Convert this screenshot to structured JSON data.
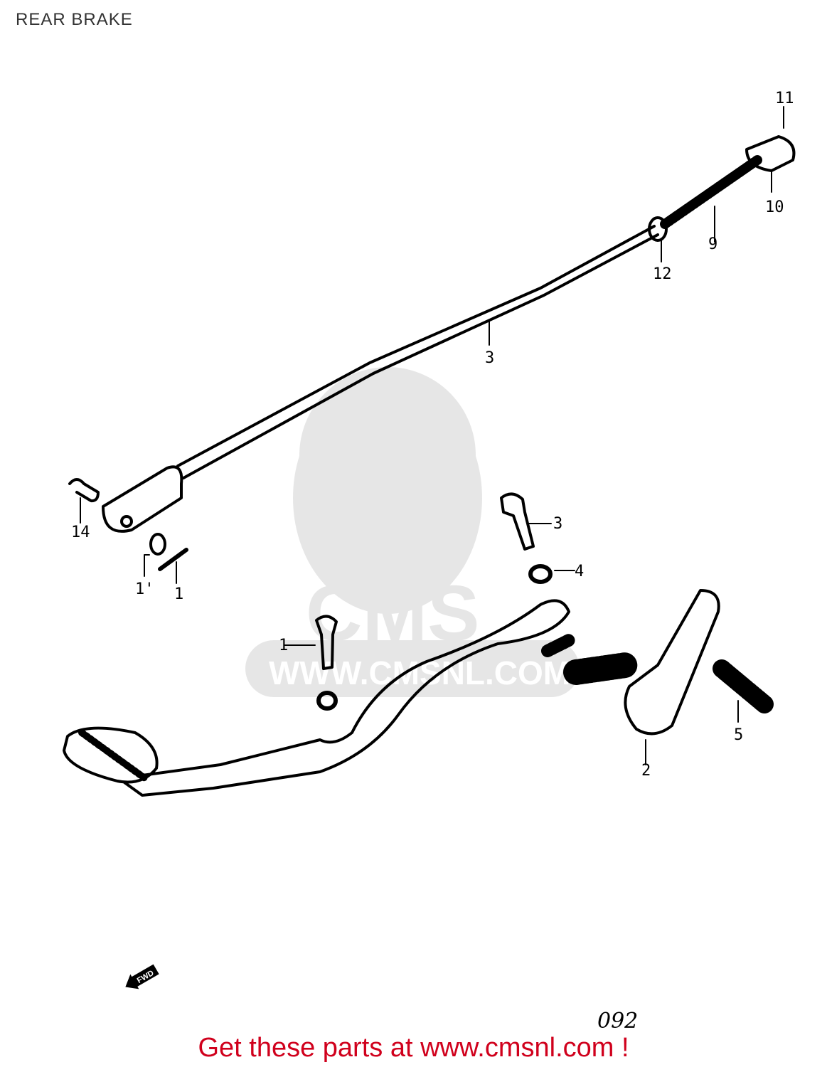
{
  "title": "REAR BRAKE",
  "watermark": {
    "text": "CMS",
    "url": "WWW.CMSNL.COM"
  },
  "callouts": [
    "11",
    "10",
    "9",
    "12",
    "3",
    "14",
    "1'",
    "1",
    "3",
    "4",
    "1",
    "5",
    "2"
  ],
  "fwd_marker": "FWD",
  "diagram_code": "092",
  "footer": "Get these parts at www.cmsnl.com !",
  "colors": {
    "footer": "#d0001c",
    "line": "#000000",
    "watermark": "#e4e4e4"
  }
}
